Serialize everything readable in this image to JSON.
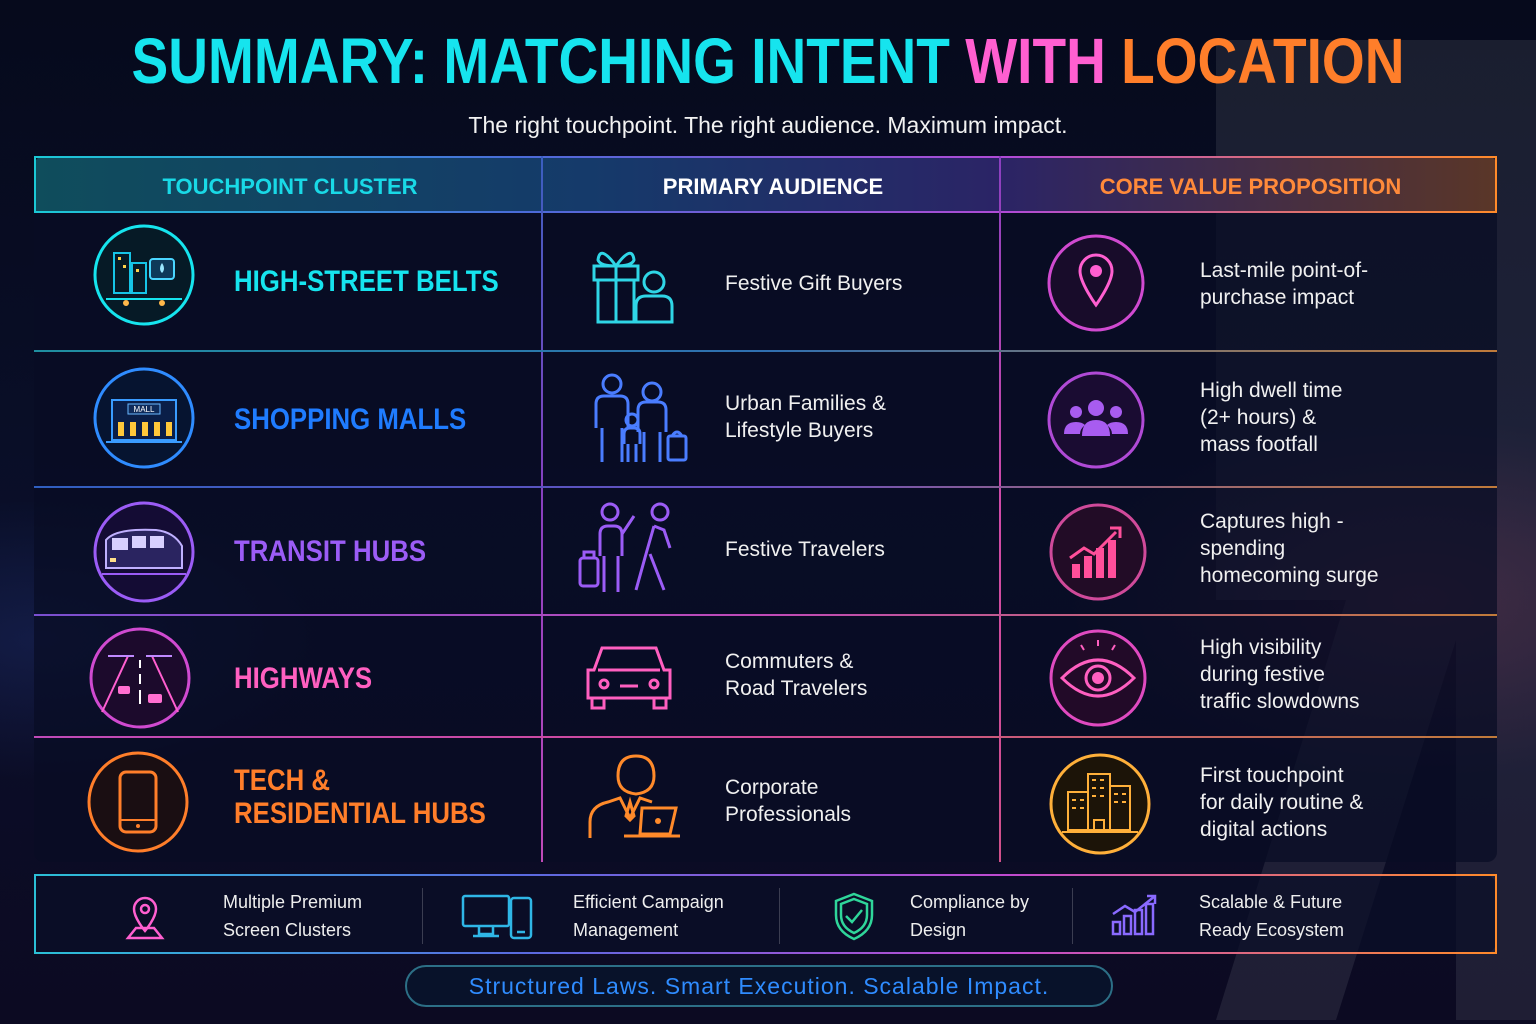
{
  "title": {
    "part1": "SUMMARY: MATCHING INTENT",
    "part2": "WITH",
    "part3": "LOCATION"
  },
  "subtitle": "The right touchpoint. The right audience. Maximum impact.",
  "headers": {
    "cluster": "TOUCHPOINT CLUSTER",
    "audience": "PRIMARY AUDIENCE",
    "value": "CORE VALUE PROPOSITION"
  },
  "colors": {
    "cyan": "#16e4ee",
    "blue": "#1f7cff",
    "purple": "#9b5cf6",
    "pink": "#ff5fc0",
    "orange": "#ff7e2a"
  },
  "rows": [
    {
      "cluster": "HIGH-STREET BELTS",
      "cluster_icon": "street-shop-icon",
      "audience": "Festive Gift Buyers",
      "audience_icon": "gift-person-icon",
      "value": "Last-mile point-of-\npurchase impact",
      "value_icon": "location-pin-icon"
    },
    {
      "cluster": "SHOPPING MALLS",
      "cluster_icon": "mall-building-icon",
      "audience": "Urban Families &\nLifestyle Buyers",
      "audience_icon": "family-icon",
      "value": "High dwell time\n(2+ hours) &\nmass footfall",
      "value_icon": "people-group-icon"
    },
    {
      "cluster": "TRANSIT HUBS",
      "cluster_icon": "metro-train-icon",
      "audience": "Festive Travelers",
      "audience_icon": "travelers-icon",
      "value": "Captures high -\nspending\nhomecoming surge",
      "value_icon": "growth-chart-icon"
    },
    {
      "cluster": "HIGHWAYS",
      "cluster_icon": "highway-road-icon",
      "audience": "Commuters &\nRoad Travelers",
      "audience_icon": "car-icon",
      "value": "High visibility\nduring festive\ntraffic slowdowns",
      "value_icon": "eye-icon"
    },
    {
      "cluster": "TECH &\nRESIDENTIAL HUBS",
      "cluster_icon": "smartphone-icon",
      "audience": "Corporate\nProfessionals",
      "audience_icon": "professional-laptop-icon",
      "value": "First touchpoint\nfor daily routine &\ndigital actions",
      "value_icon": "buildings-icon"
    }
  ],
  "footer": [
    {
      "text": "Multiple Premium\nScreen Clusters",
      "icon": "map-pin-icon"
    },
    {
      "text": "Efficient Campaign\nManagement",
      "icon": "devices-icon"
    },
    {
      "text": "Compliance by\nDesign",
      "icon": "shield-check-icon"
    },
    {
      "text": "Scalable & Future\nReady Ecosystem",
      "icon": "bar-growth-icon"
    }
  ],
  "tagline": "Structured Laws. Smart Execution. Scalable Impact."
}
